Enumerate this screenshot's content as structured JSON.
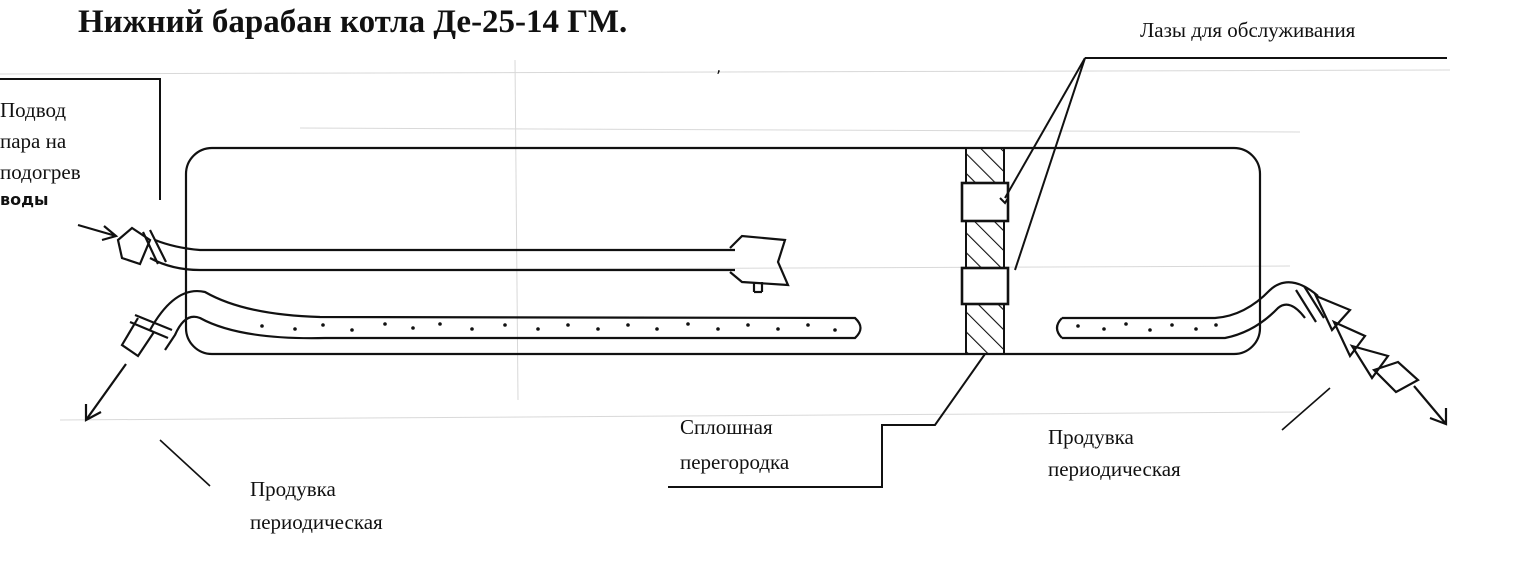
{
  "title": "Нижний барабан котла Де-25-14 ГМ.",
  "labels": {
    "steam_line1": "Подвод",
    "steam_line2": "пара на",
    "steam_line3": "подогрев",
    "steam_line4": "воды",
    "manholes": "Лазы для обслуживания",
    "partition_line1": "Сплошная",
    "partition_line2": "перегородка",
    "blowdown_left_line1": "Продувка",
    "blowdown_left_line2": "периодическая",
    "blowdown_right_line1": "Продувка",
    "blowdown_right_line2": "периодическая"
  }
}
